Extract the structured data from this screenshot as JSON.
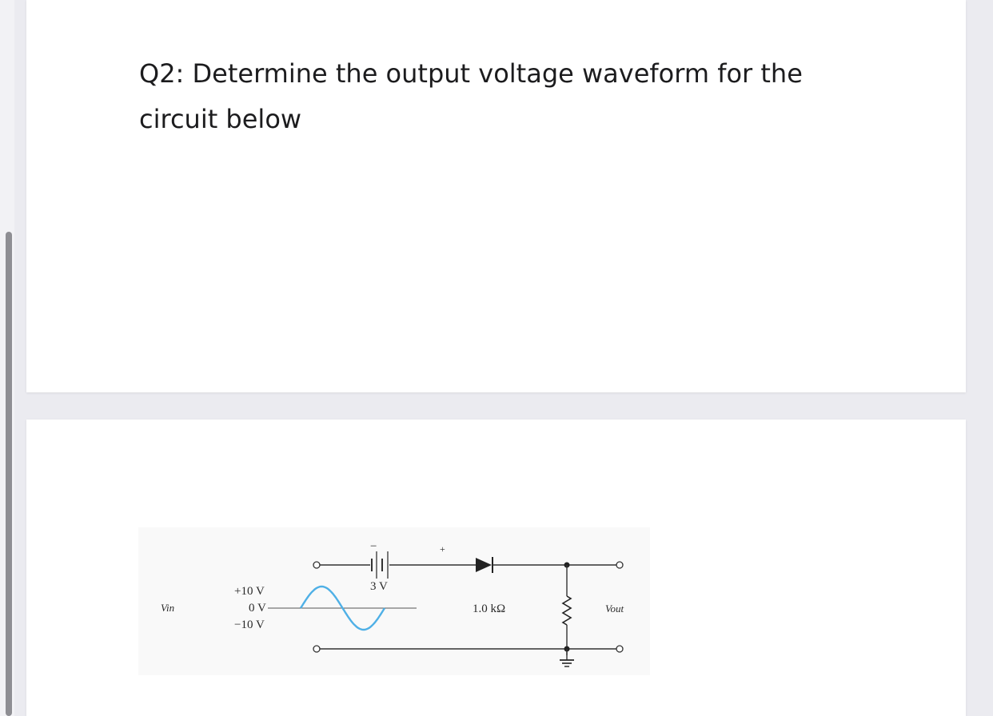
{
  "question": {
    "text": "Q2: Determine the output voltage waveform for the circuit below"
  },
  "circuit": {
    "input_label": "Vin",
    "output_label": "Vout",
    "level_pos": "+10 V",
    "level_zero": "0 V",
    "level_neg": "−10 V",
    "battery_label": "3 V",
    "battery_minus": "−",
    "battery_plus": "+",
    "resistor_label": "1.0 kΩ",
    "wave_color": "#4fb0e6"
  }
}
